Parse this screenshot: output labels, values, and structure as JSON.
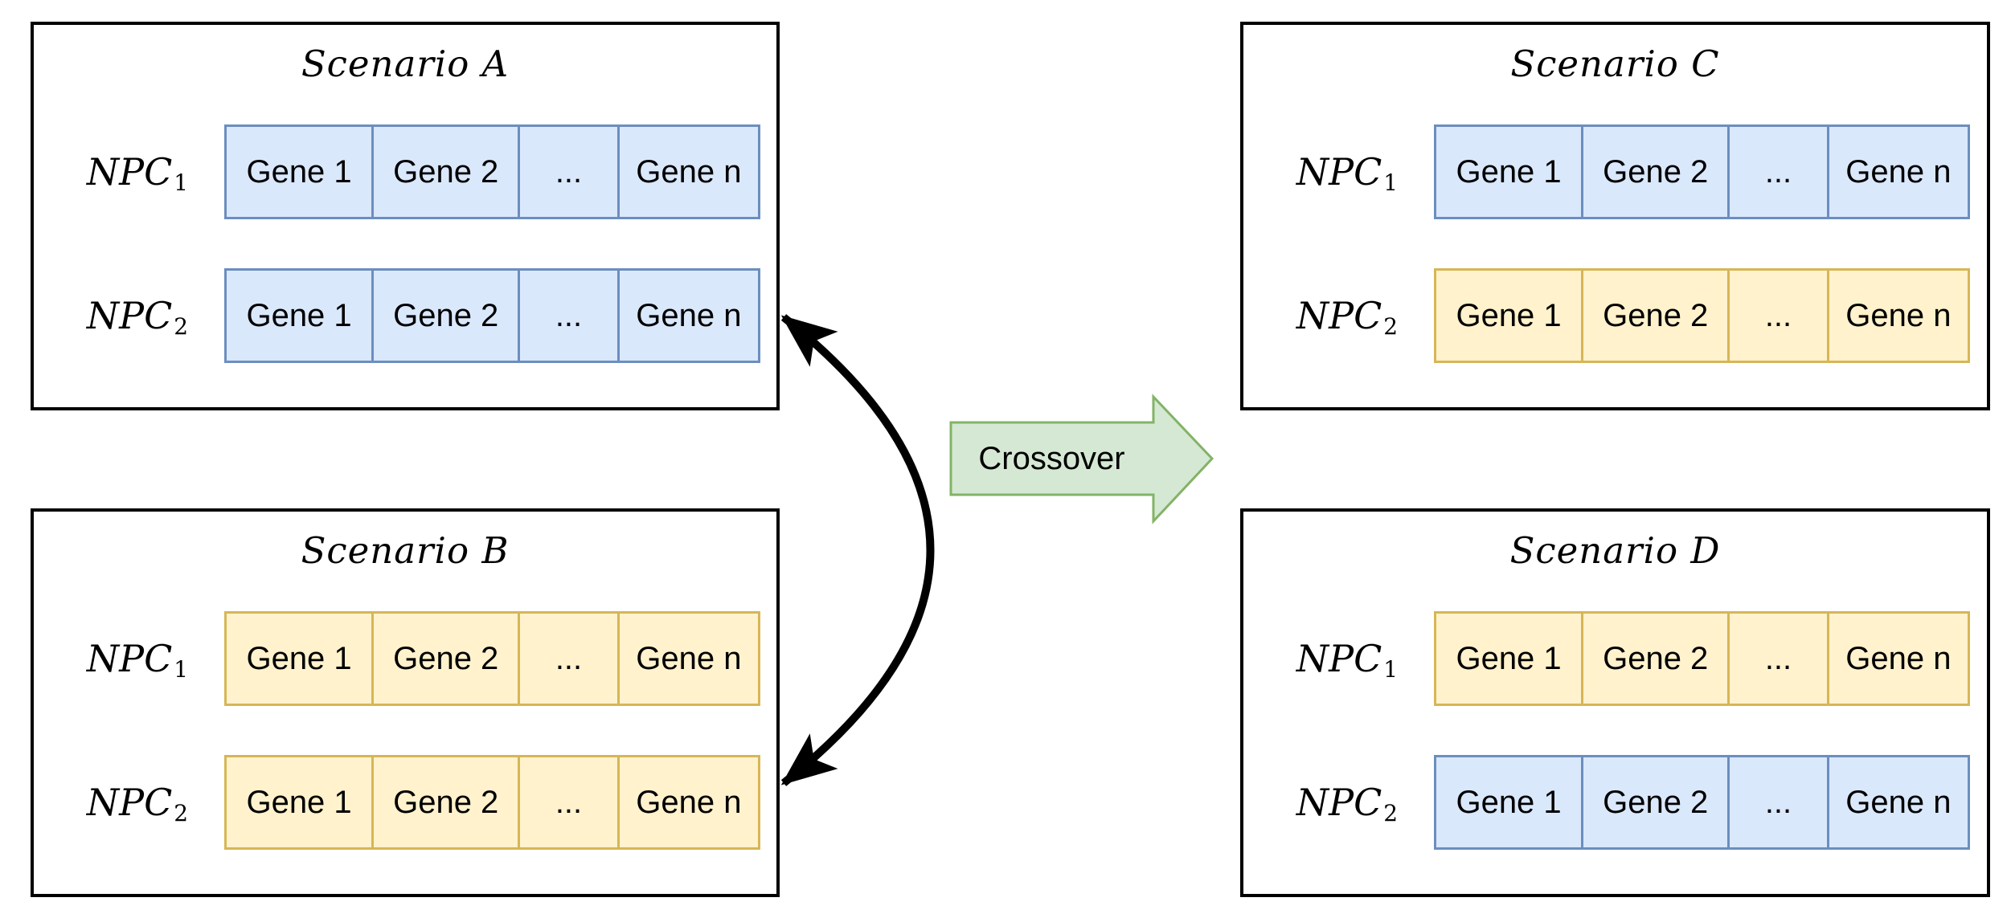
{
  "colors": {
    "blue-fill": "#dae8fc",
    "blue-border": "#6c8ebf",
    "yellow-fill": "#fff2cc",
    "yellow-border": "#d6b656",
    "green-fill": "#d5e8d4",
    "green-border": "#82b366",
    "box-border": "#000000",
    "arrow-black": "#000000"
  },
  "crossover": {
    "label": "Crossover"
  },
  "scenarios": [
    {
      "title": "Scenario A",
      "rows": [
        {
          "npc": "NPC",
          "sub": "1",
          "color": "blue",
          "genes": [
            "Gene 1",
            "Gene 2",
            "...",
            "Gene n"
          ]
        },
        {
          "npc": "NPC",
          "sub": "2",
          "color": "blue",
          "genes": [
            "Gene 1",
            "Gene 2",
            "...",
            "Gene n"
          ]
        }
      ]
    },
    {
      "title": "Scenario B",
      "rows": [
        {
          "npc": "NPC",
          "sub": "1",
          "color": "yellow",
          "genes": [
            "Gene 1",
            "Gene 2",
            "...",
            "Gene n"
          ]
        },
        {
          "npc": "NPC",
          "sub": "2",
          "color": "yellow",
          "genes": [
            "Gene 1",
            "Gene 2",
            "...",
            "Gene n"
          ]
        }
      ]
    },
    {
      "title": "Scenario C",
      "rows": [
        {
          "npc": "NPC",
          "sub": "1",
          "color": "blue",
          "genes": [
            "Gene 1",
            "Gene 2",
            "...",
            "Gene n"
          ]
        },
        {
          "npc": "NPC",
          "sub": "2",
          "color": "yellow",
          "genes": [
            "Gene 1",
            "Gene 2",
            "...",
            "Gene n"
          ]
        }
      ]
    },
    {
      "title": "Scenario D",
      "rows": [
        {
          "npc": "NPC",
          "sub": "1",
          "color": "yellow",
          "genes": [
            "Gene 1",
            "Gene 2",
            "...",
            "Gene n"
          ]
        },
        {
          "npc": "NPC",
          "sub": "2",
          "color": "blue",
          "genes": [
            "Gene 1",
            "Gene 2",
            "...",
            "Gene n"
          ]
        }
      ]
    }
  ]
}
